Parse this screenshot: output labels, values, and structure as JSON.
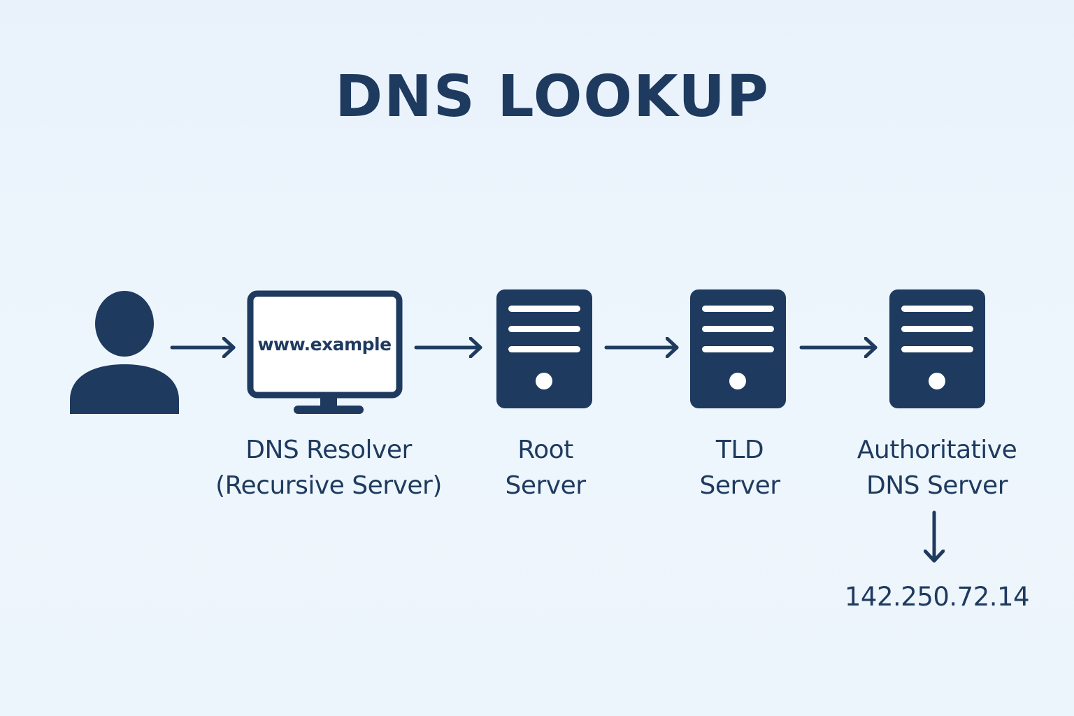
{
  "title": "DNS LOOKUP",
  "screen_text": "www.example",
  "nodes": {
    "resolver": {
      "line1": "DNS Resolver",
      "line2": "(Recursive Server)"
    },
    "root": {
      "line1": "Root",
      "line2": "Server"
    },
    "tld": {
      "line1": "TLD",
      "line2": "Server"
    },
    "authoritative": {
      "line1": "Authoritative",
      "line2": "DNS Server"
    }
  },
  "result_ip": "142.250.72.14",
  "colors": {
    "primary": "#1e3a5f",
    "background": "#ecf4fc",
    "icon_detail": "#ffffff"
  },
  "icons": [
    "user-icon",
    "monitor-icon",
    "server-icon"
  ]
}
